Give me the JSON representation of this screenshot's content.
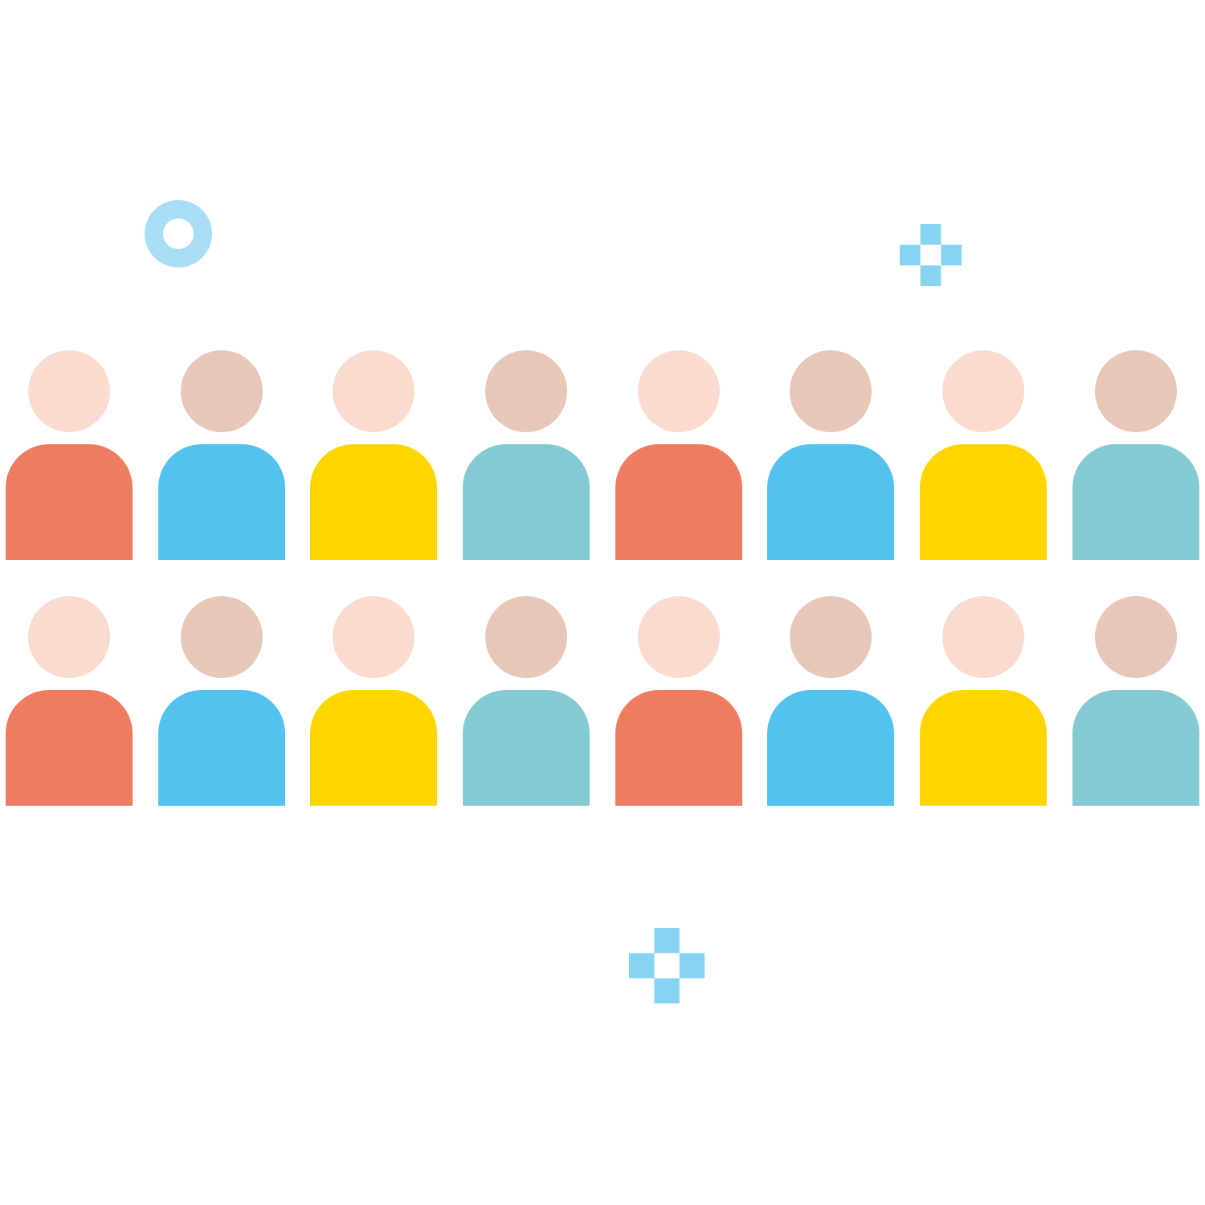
{
  "colors": {
    "skin_light": "#F9DBCF",
    "skin_dark": "#E6C7B8",
    "coral": "#EE7C60",
    "sky": "#53C2EF",
    "yellow": "#FDD600",
    "teal": "#83CAD3",
    "ring": "#A8DEF5",
    "sparkle": "#87D4F2"
  },
  "rows": [
    {
      "figures": [
        {
          "head": "skin_light",
          "body": "coral"
        },
        {
          "head": "skin_dark",
          "body": "sky"
        },
        {
          "head": "skin_light",
          "body": "yellow"
        },
        {
          "head": "skin_dark",
          "body": "teal"
        },
        {
          "head": "skin_light",
          "body": "coral"
        },
        {
          "head": "skin_dark",
          "body": "sky"
        },
        {
          "head": "skin_light",
          "body": "yellow"
        },
        {
          "head": "skin_dark",
          "body": "teal"
        }
      ]
    },
    {
      "figures": [
        {
          "head": "skin_light",
          "body": "coral"
        },
        {
          "head": "skin_dark",
          "body": "sky"
        },
        {
          "head": "skin_light",
          "body": "yellow"
        },
        {
          "head": "skin_dark",
          "body": "teal"
        },
        {
          "head": "skin_light",
          "body": "coral"
        },
        {
          "head": "skin_dark",
          "body": "sky"
        },
        {
          "head": "skin_light",
          "body": "yellow"
        },
        {
          "head": "skin_dark",
          "body": "teal"
        }
      ]
    }
  ],
  "decorations": [
    "ring-icon",
    "sparkle-icon",
    "sparkle-icon"
  ]
}
